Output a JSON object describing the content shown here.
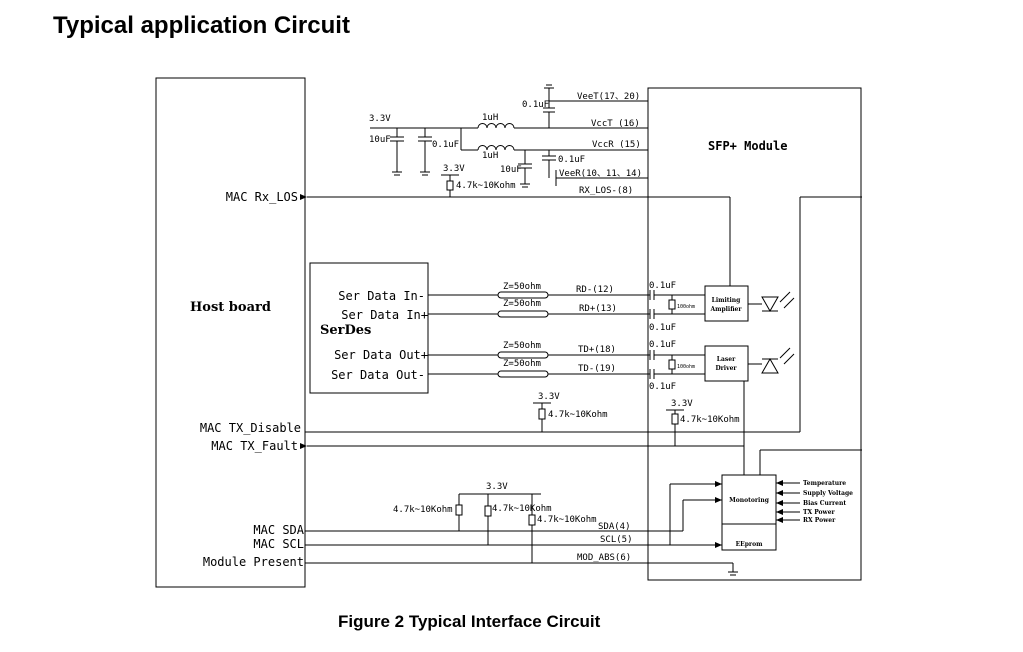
{
  "page_title": "Typical application Circuit",
  "figure_caption": "Figure 2 Typical Interface Circuit",
  "host": {
    "label": "Host board",
    "mac_rx_los": "MAC Rx_LOS",
    "mac_tx_disable": "MAC TX_Disable",
    "mac_tx_fault": "MAC TX_Fault",
    "mac_sda": "MAC SDA",
    "mac_scl": "MAC SCL",
    "module_present": "Module Present"
  },
  "serdes": {
    "label": "SerDes",
    "data_in_neg": "Ser Data In-",
    "data_in_pos": "Ser Data In+",
    "data_out_pos": "Ser Data Out+",
    "data_out_neg": "Ser Data Out-"
  },
  "module": {
    "label": "SFP+ Module",
    "limiting_amp_1": "Limiting",
    "limiting_amp_2": "Amplifier",
    "laser_driver_1": "Laser",
    "laser_driver_2": "Driver",
    "monitoring": "Monotoring",
    "eeprom": "EEprom",
    "mon_inputs": [
      "Temperature",
      "Supply Voltage",
      "Bias Current",
      "TX Power",
      "RX Power"
    ]
  },
  "pins": {
    "veet": "VeeT(17、20)",
    "vcct": "VccT (16)",
    "vccr": "VccR (15)",
    "veer": "VeeR(10、11、14)",
    "rx_los": "RX_LOS-(8)",
    "rd_neg": "RD-(12)",
    "rd_pos": "RD+(13)",
    "td_pos": "TD+(18)",
    "td_neg": "TD-(19)",
    "sda": "SDA(4)",
    "scl": "SCL(5)",
    "mod_abs": "MOD_ABS(6)"
  },
  "components": {
    "v33": "3.3V",
    "cap_01uf": "0.1uF",
    "cap_10uf": "10uF",
    "inductor_1uh": "1uH",
    "pullup": "4.7k~10Kohm",
    "z50": "Z=50ohm",
    "r100": "100ohm"
  }
}
